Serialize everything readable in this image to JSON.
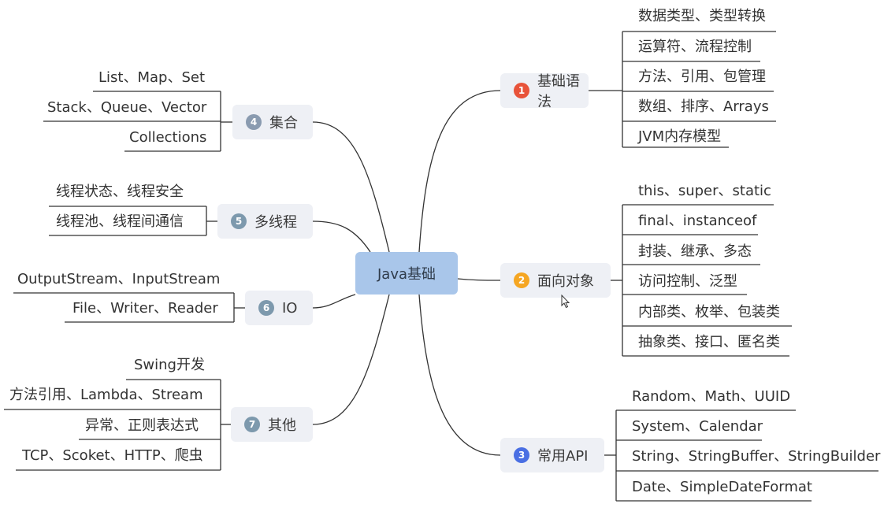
{
  "root": "Java基础",
  "colors": {
    "root_bg": "#a9c6ea",
    "node_bg": "#eef0f5",
    "line": "#333333"
  },
  "branches": [
    {
      "num": "1",
      "color": "#e8533a",
      "label": "基础语法",
      "children": [
        "数据类型、类型转换",
        "运算符、流程控制",
        "方法、引用、包管理",
        "数组、排序、Arrays",
        "JVM内存模型"
      ]
    },
    {
      "num": "2",
      "color": "#f5a623",
      "label": "面向对象",
      "children": [
        "this、super、static",
        "final、instanceof",
        "封装、继承、多态",
        "访问控制、泛型",
        "内部类、枚举、包装类",
        "抽象类、接口、匿名类"
      ]
    },
    {
      "num": "3",
      "color": "#4a6fe3",
      "label": "常用API",
      "children": [
        "Random、Math、UUID",
        "System、Calendar",
        "String、StringBuffer、StringBuilder",
        "Date、SimpleDateFormat"
      ]
    },
    {
      "num": "4",
      "color": "#8a9bb0",
      "label": "集合",
      "children": [
        "List、Map、Set",
        "Stack、Queue、Vector",
        "Collections"
      ]
    },
    {
      "num": "5",
      "color": "#7d99ad",
      "label": "多线程",
      "children": [
        "线程状态、线程安全",
        "线程池、线程间通信"
      ]
    },
    {
      "num": "6",
      "color": "#7d99ad",
      "label": "IO",
      "children": [
        "OutputStream、InputStream",
        "File、Writer、Reader"
      ]
    },
    {
      "num": "7",
      "color": "#7d99ad",
      "label": "其他",
      "children": [
        "Swing开发",
        "方法引用、Lambda、Stream",
        "异常、正则表达式",
        "TCP、Scoket、HTTP、爬虫"
      ]
    }
  ]
}
